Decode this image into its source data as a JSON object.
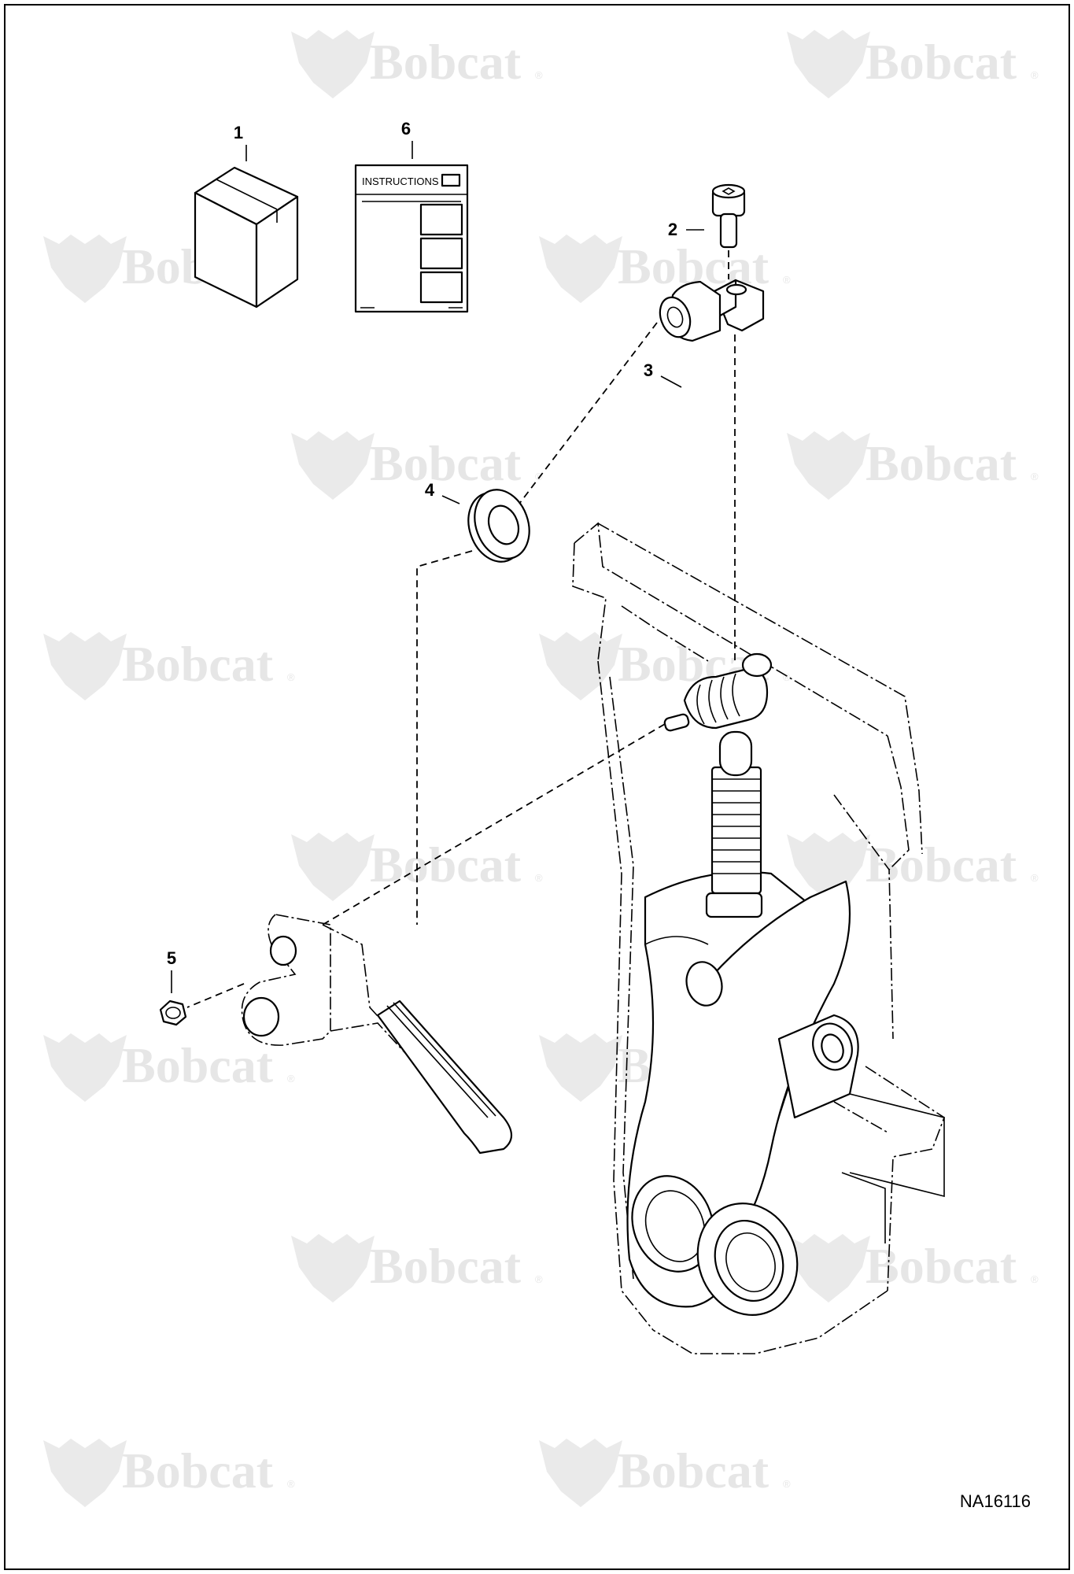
{
  "watermark": {
    "brand": "Bobcat",
    "mark": "®"
  },
  "callouts": [
    {
      "id": "callout-1",
      "label": "1",
      "part": "box"
    },
    {
      "id": "callout-6",
      "label": "6",
      "part": "instructions-sheet"
    },
    {
      "id": "callout-2",
      "label": "2",
      "part": "bolt"
    },
    {
      "id": "callout-3",
      "label": "3",
      "part": "bracket"
    },
    {
      "id": "callout-4",
      "label": "4",
      "part": "washer"
    },
    {
      "id": "callout-5",
      "label": "5",
      "part": "nut"
    }
  ],
  "instructions_sheet": {
    "title": "INSTRUCTIONS"
  },
  "figure_id": "NA16116"
}
